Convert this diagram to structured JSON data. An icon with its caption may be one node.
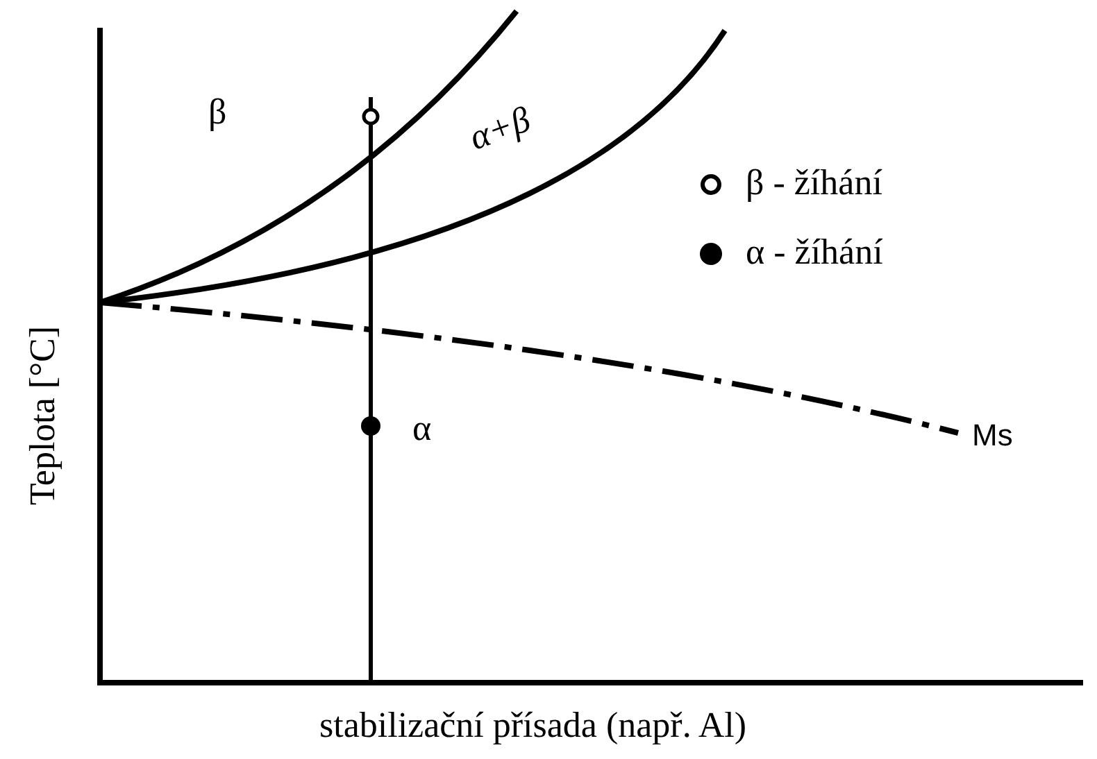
{
  "diagram": {
    "labels": [
      "β",
      "α+β",
      "α",
      "Ms",
      "Teplota [°C]",
      "stabilizační přísada (např. Al)"
    ],
    "legend": [
      {
        "text": "β - žíhání"
      },
      {
        "text": "α - žíhání"
      }
    ]
  }
}
